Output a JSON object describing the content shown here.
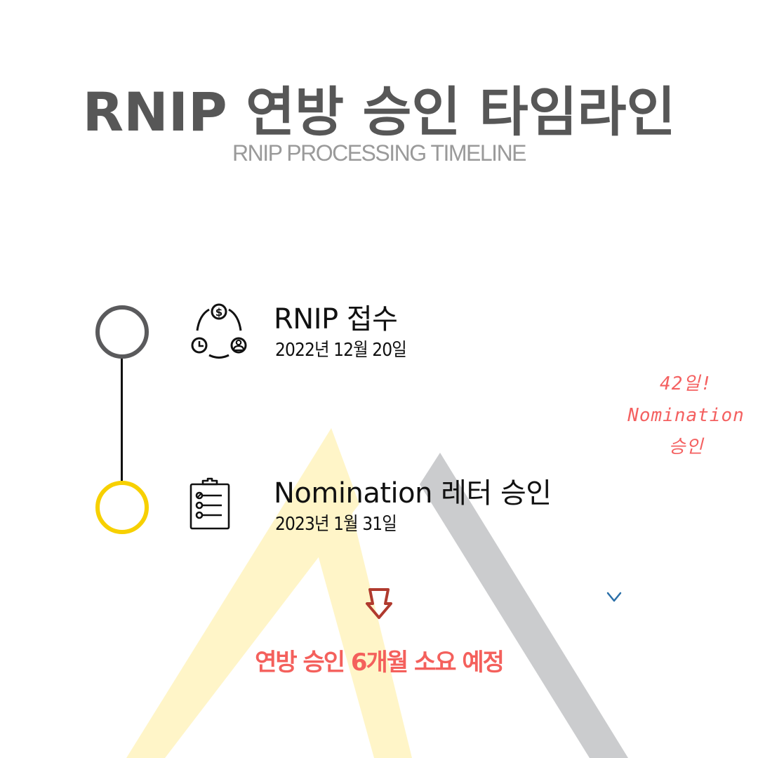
{
  "header": {
    "title": "RNIP 연방 승인 타임라인",
    "subtitle": "RNIP PROCESSING TIMELINE"
  },
  "timeline": {
    "steps": [
      {
        "title": "RNIP 접수",
        "date": "2022년 12월 20일",
        "icon": "cycle-money-clock-person-icon",
        "node_color": "#5a5a5c"
      },
      {
        "title": "Nomination 레터 승인",
        "date": "2023년 1월 31일",
        "icon": "clipboard-checklist-icon",
        "node_color": "#f7d000"
      }
    ]
  },
  "duration": {
    "note_line1": "42일!",
    "note_line2": "Nomination",
    "note_line3": "승인",
    "note_color": "#f46060",
    "arrow_gradient": [
      "#8a8a3a",
      "#4a8a7a",
      "#2a6fa8"
    ]
  },
  "conclusion": {
    "text": "연방 승인 6개월 소요 예정",
    "color": "#f4605c",
    "arrow_color": "#b03a2e"
  },
  "background": {
    "yellow": "#fff5c8",
    "gray": "#cbccce"
  }
}
